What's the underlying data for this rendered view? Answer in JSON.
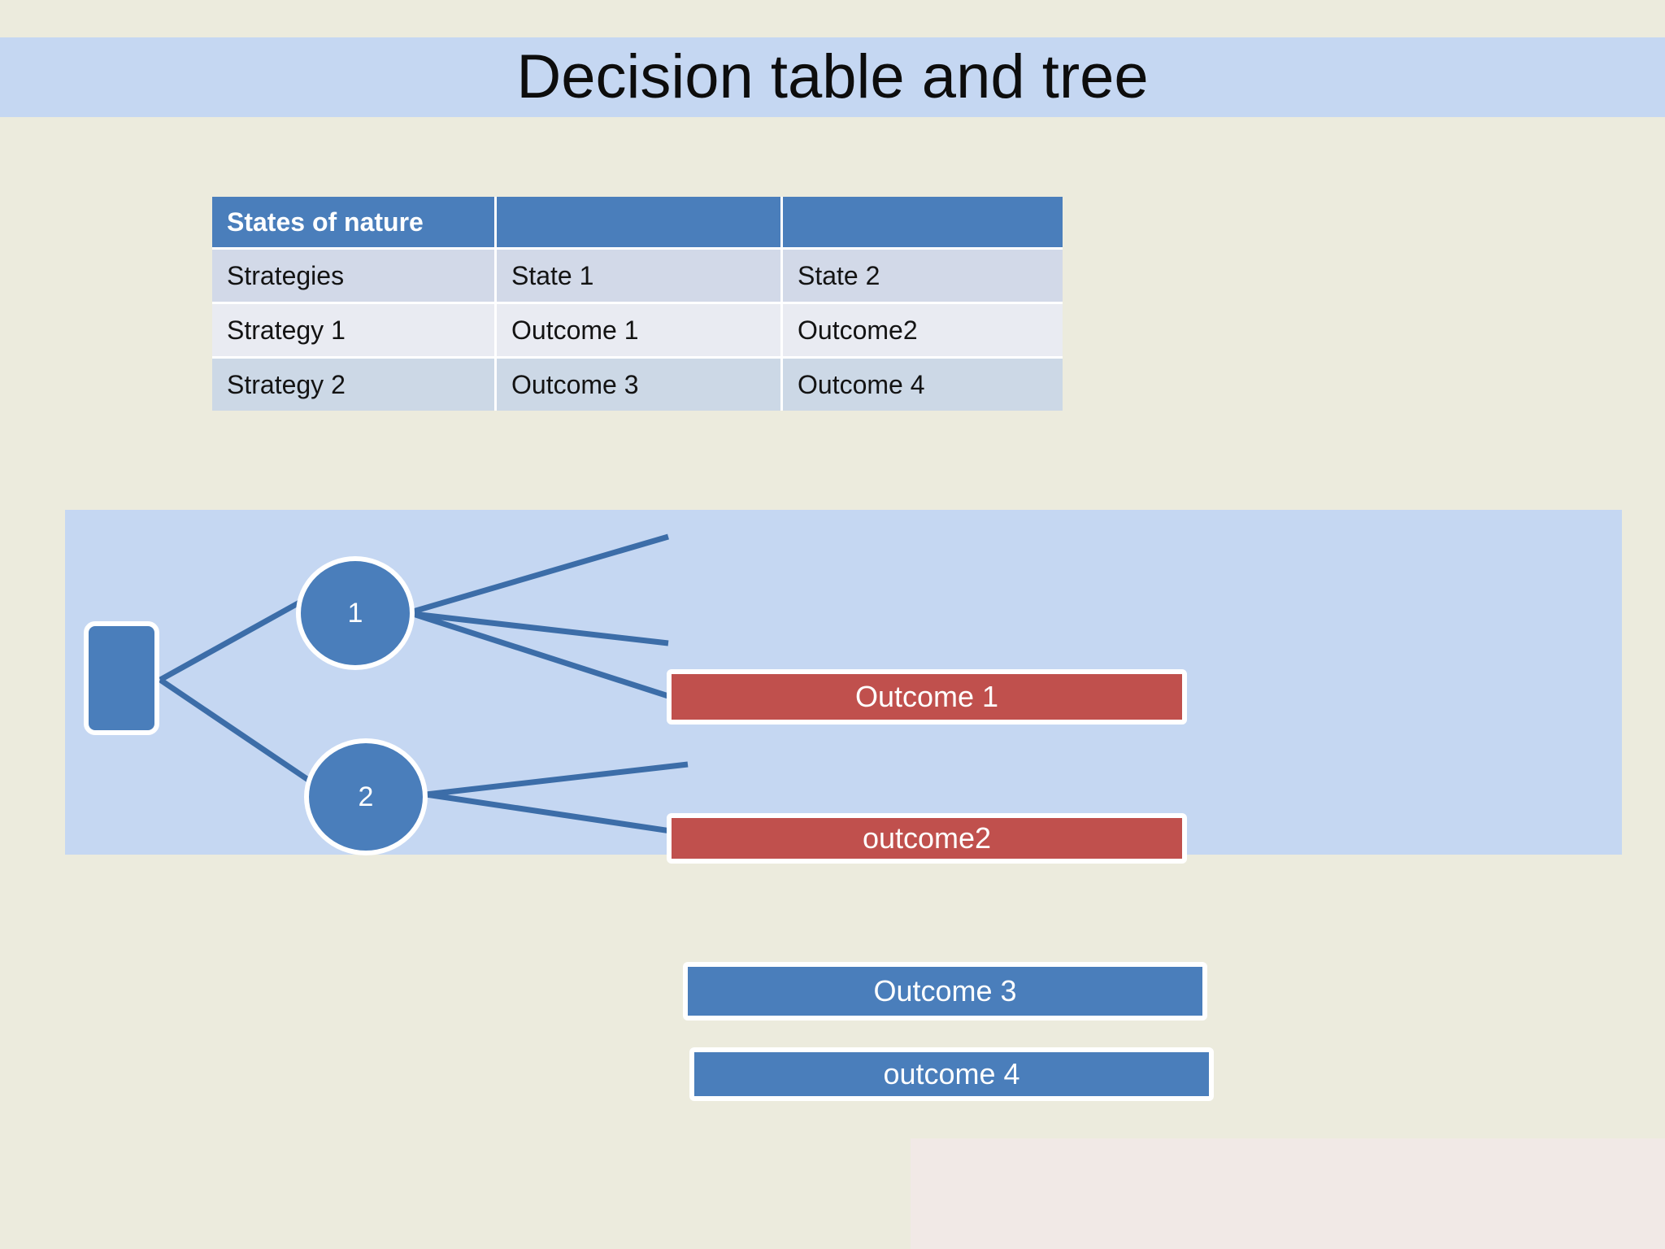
{
  "slide": {
    "title": "Decision table and tree",
    "colors": {
      "background": "#ecebdd",
      "title_band": "#c5d7f2",
      "accent_blue": "#4a7ebb",
      "accent_red": "#c0504d",
      "panel_blue": "#c5d7f2",
      "band_light": "#e9ebf2",
      "band_medium": "#d2d9e8",
      "band_dark": "#ccd8e6"
    }
  },
  "decision_table": {
    "header": [
      "States of nature",
      "",
      ""
    ],
    "rows": [
      [
        "Strategies",
        "State 1",
        "State 2"
      ],
      [
        "Strategy 1",
        "Outcome 1",
        "Outcome2"
      ],
      [
        "Strategy 2",
        "Outcome 3",
        "Outcome 4"
      ]
    ]
  },
  "decision_tree": {
    "root_label": "",
    "nodes": [
      {
        "id": "1",
        "label": "1"
      },
      {
        "id": "2",
        "label": "2"
      }
    ],
    "outcomes": [
      {
        "label": "Outcome 1",
        "color": "red",
        "from_node": "1"
      },
      {
        "label": "outcome2",
        "color": "red",
        "from_node": "1"
      },
      {
        "label": "Outcome 3",
        "color": "blue",
        "from_node": "2"
      },
      {
        "label": "outcome 4",
        "color": "blue",
        "from_node": "2"
      }
    ]
  }
}
